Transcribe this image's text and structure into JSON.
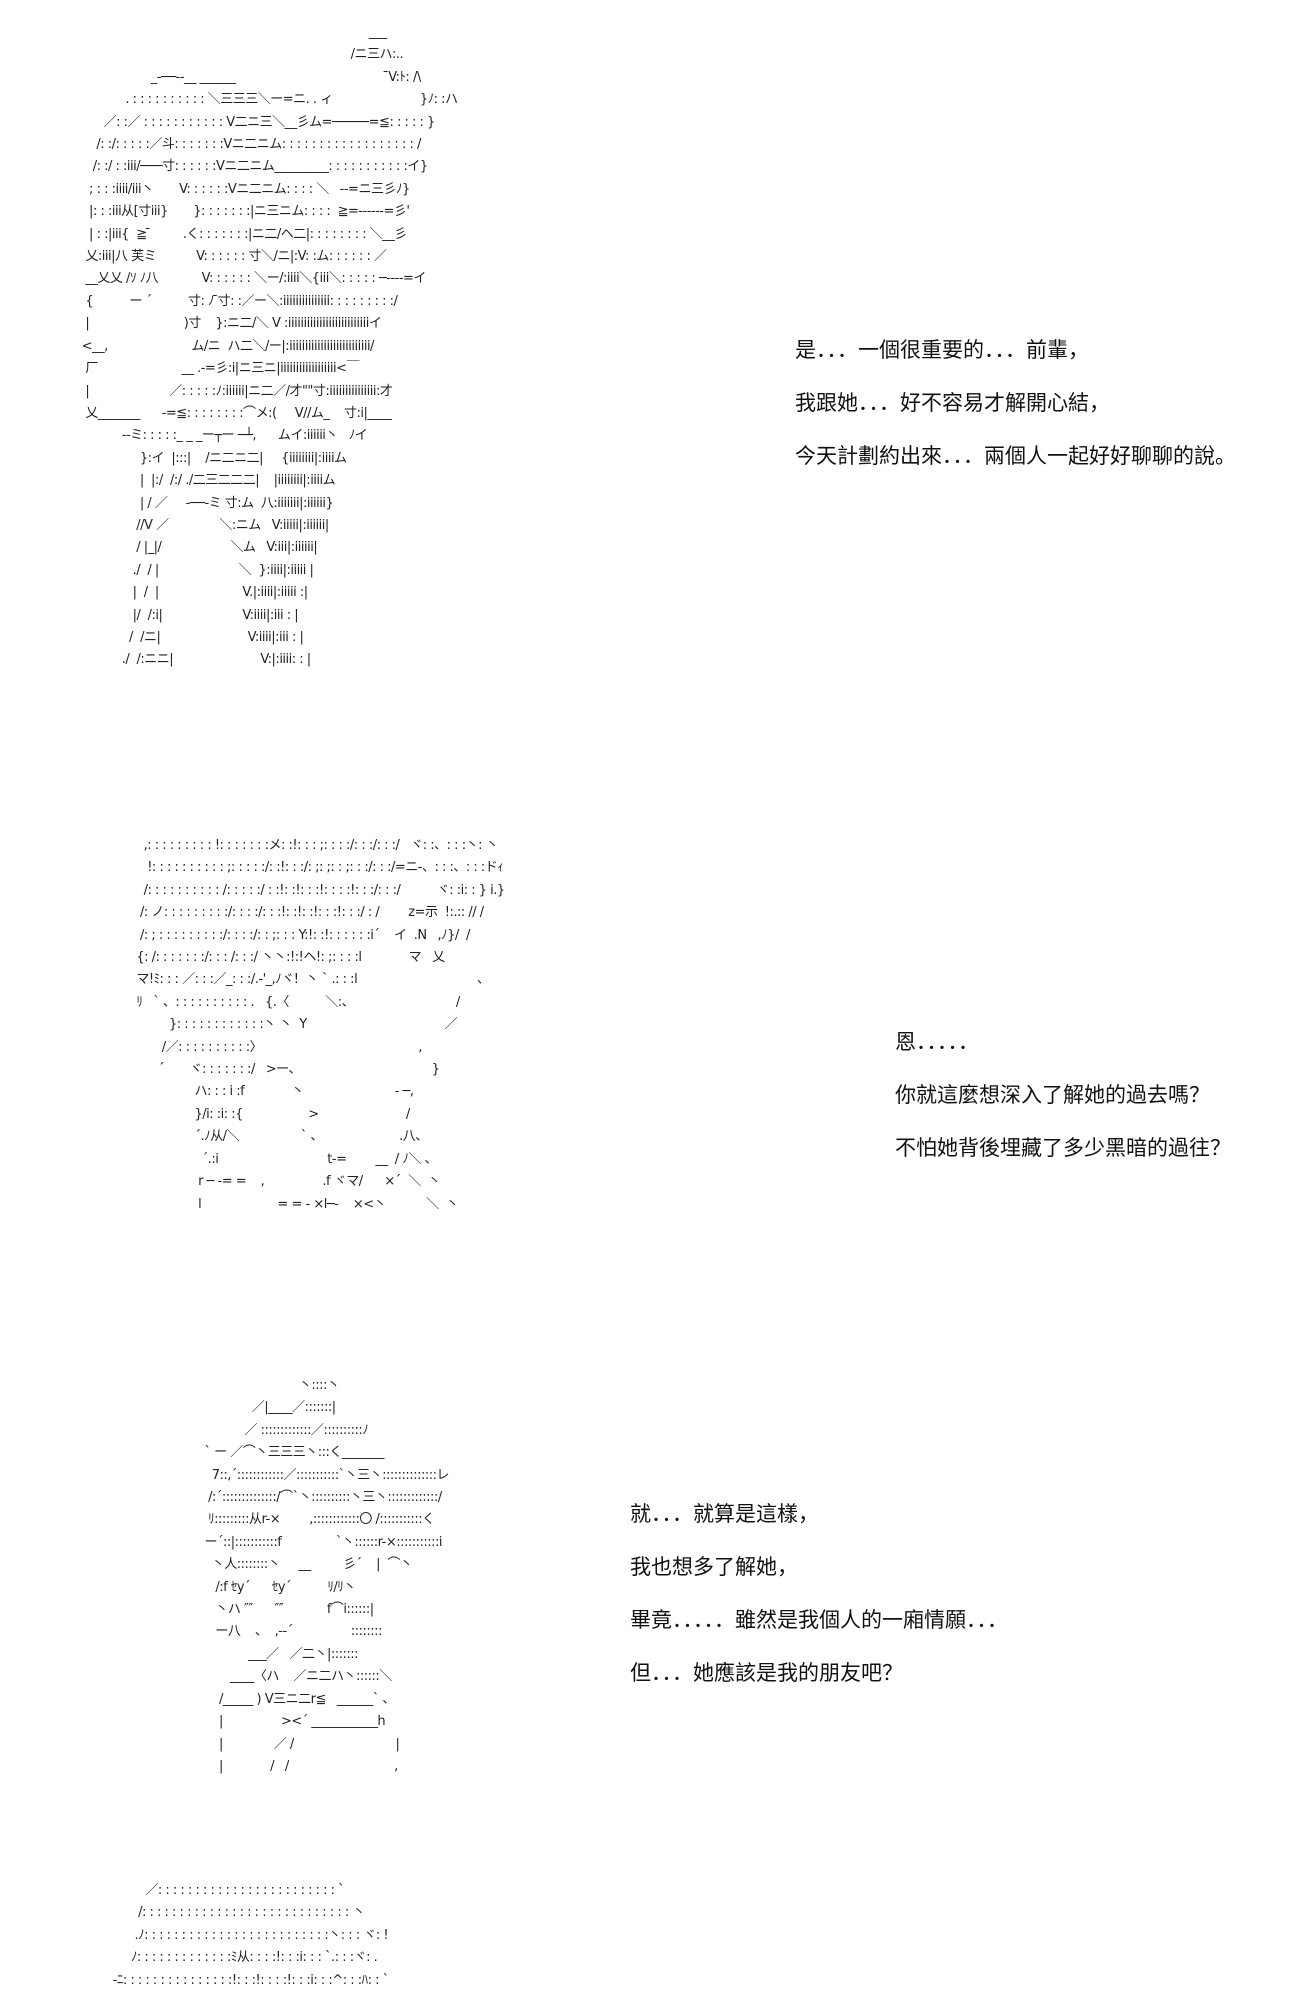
{
  "art": {
    "figure1": [
      "                                                                                     ___",
      "                                                                                /ニ三ハ:..",
      "                         _-──--__ ______                                          ̄V:ﾄ: /\\",
      "                  . : : : : : : : : : : ＼三三三＼ー=ニ. . ィ                        }ﾉ: :ハ",
      "            ／: :／ : : : : : : : : : : : V二ニ三＼__彡ム=─────=≦: : : : : }",
      "          /: :/: : : : :／斗: : : : : : :Vニ二ニム: : : : : : : : : : : : : : : : : : /",
      "         /: :/ : :iii/───寸: : : : : :Vニ二ニム_________: : : : : : : : : : :イ}",
      "        ; : : :iiii/iii丶       V: : : : : :Vニ二ニム: : : : ＼   --=ニ三彡ﾉ}",
      "        |: : :iii从[寸iii}       }: : : : : : :|ニ三ニム: : : :  ≧=------=彡'",
      "        | : :|iii{  ≧ ̄         .く: : : : : : :|ニ二/ヘ二|: : : : : : : : ＼__彡",
      "       乂:iii|八 芙ミ           V: : : : : : 寸＼/ニ|:V: :ム: : : : : : ／",
      "       __乂乂 /ｿ ﾉ八            V: : : : : : ＼ー/:iiii＼{iii＼: : : : : ─----=イ",
      "       {          ー ´          寸: ﾉ ̄寸: :／ー＼:iiiiiiiiiiiiiii: : : : : : : : :/",
      "       |                          )寸    }:ニ二/＼ V :iiiiiiiiiiiiiiiiiiiiiiiiiiイ",
      "      <__,                       ム/ニ  ハ二＼/ー|:iiiiiiiiiiiiiiiiiiiiiiiiii/",
      "       厂                       __ .-=彡:i|ニ三ニ|iiiiiiiiiiiiiiiiii<￣",
      "       |                      ／: : : : :ﾉ:iiiiii|ニ二／/才\"\"寸:iiiiiiiiiiiiiii:才",
      "       乂_______      -=≦: : : : : : : :⌒メ:(     V//ム_    寸:i|____",
      "                 --ミ: : : : :_ _ _ー┬ー ─┴,      ムイ:iiiiii丶   ﾉイ",
      "                      }:イ  |:::|    /ニ二ニ二|     {iiiiiiii|:iiiiム",
      "                      |  |:/  /:/ ./二三二二二|    |iiiiiiii|:iiiiム",
      "                      | / ／     -──‐ミ 寸:ム  八:iiiiiii|:iiiiii}",
      "                     //V ／              ＼:ニム   V:iiiii|:iiiiii|",
      "                     / |_|/                   ＼ム   V:iii|:iiiiii|",
      "                    ./  / |                      ＼  }:iiii|:iiiii |",
      "                    |  /  |                       V.|:iiii|:iiiii :|",
      "                    |/  /:i|                      V:iiii|:iii : |",
      "                   /  /ニ|                        V:iiii|:iii : |",
      "                 ./  /:ニニ|                        V:|:iiii: : |"
    ],
    "figure2": [
      "            ,: : : : : : : : : !: : : : : : :メ: :!: : : ;: : : :/: : :/: : :/   ヾ: :、: : :丶: 丶",
      "             !: : : : : : : : : : ;: : : : :/: :!: : :/: ;: ;: : ;: : :/: : :/=ニ-、: : :、: : :ドｨ",
      "            /: : : : : : : : : : /: : : : :/ : :!: :!: : :!: : : :!: : :/: : :/          ヾ: :i: : } i.}",
      "           /: ノ: : : : : : : : :/: : : :/: : :!: :!: :!: : :!: : :/ : /        z=示  !:.:: // /",
      "           /: ; : : : : : : : : :/: : : :/: : ;: : : Y:!: :!: : : : : :i´    イ  .N   ,ﾉ}/  /",
      "          {: /: : : : : : :/: : : /: : :/ 丶丶:!:!ヘ!: ;: : : :l             マ   乂",
      "          マ!ﾐ: : : ／: : :／_: : :/.-'_,ﾉヾ!  丶 ` .: : :l                                 、",
      "          ﾘ   ` 、: : : : : : : : : : .   {.〈          ＼:、                            /",
      "                   }: : : : : : : : : : : :丶 丶  Y                                      ／",
      "                 /／: : : : : : : : : :〉                                           ,",
      "                ´       ヾ: : : : : : :/   >ー、                                    }",
      "                          ハ: : : i :f             丶                         - ─,",
      "                          }/i: :i: :{                  >                        /",
      "                          ´.ﾉ从/＼                 ` 、                     .八、",
      "                            ´.:i                              t-=        __  / ﾉ＼ 、",
      "                           r ─ -= =    ,                .f ヾマ/      ×´  ＼  丶",
      "                           l                     = = - ×l─-    ×<丶           ＼  丶"
    ],
    "figure3": [
      "                                         丶::::丶",
      "                            ／|____／:::::::|",
      "                          ／ :::::::::::::／::::::::::ﾉ",
      "               ` ー ／⌒丶三三三丶:::く_______",
      "                 7::,´::::::::::::／:::::::::::`丶三丶::::::::::::::レ",
      "                /:´::::::::::::::/⌒`丶::::::::::丶三丶:::::::::::::/",
      "                ﾘ:::::::::从r-×        ,::::::::::::〇 /:::::::::::く",
      "               ー´::|:::::::::::f               `丶::::::r-×:::::::::::i",
      "                 丶人::::::::丶     __         彡´    |  ⌒丶",
      "                  /:f ｾy´      ｾy´          ﾘ/ﾘ丶",
      "                  丶ハ ″″      ″″            f⌒i::::::|",
      "                  ー八    、  ,--´                ::::::::",
      "                           ___／   ／二丶|:::::::",
      "                      ____〈ハ    ／ニ二ハ丶::::::＼",
      "                   /_____ ) V三ニ二r≦   ______` 、",
      "                   |                ><´ ___________h",
      "                   |              ／ /                            |",
      "                   |             /   /                             ,"
    ],
    "figure4": [
      "                  ／: : : : : : : : : : : : : : : : : : : : : : : : `",
      "                /: : : : : : : : : : : : : : : : : : : : : : : : : : : : 丶",
      "               .ﾉ: : : : : : : : : : : : : : : : : : : : : : : : :丶: : : ヾ: !",
      "              ﾉ: : : : : : : : : : : : :ﾐ从: : : :!: : :i: : : `.: : :ヾ: .",
      "         -ﾆ: : : : : : : : : : : : : : :!: : :!: : : :!: : :i: : :^: : :ﾊ: : `"
    ]
  },
  "dialogue": {
    "block1": [
      "是．．．一個很重要的．．．前輩，",
      "我跟她．．．好不容易才解開心結，",
      "今天計劃約出來．．．兩個人一起好好聊聊的說。"
    ],
    "block2": [
      "恩．．．．．",
      "你就這麼想深入了解她的過去嗎？",
      "不怕她背後埋藏了多少黑暗的過往？"
    ],
    "block3": [
      "就．．．就算是這樣，",
      "我也想多了解她，",
      "畢竟．．．．．雖然是我個人的一廂情願．．．",
      "但．．．她應該是我的朋友吧？"
    ]
  }
}
